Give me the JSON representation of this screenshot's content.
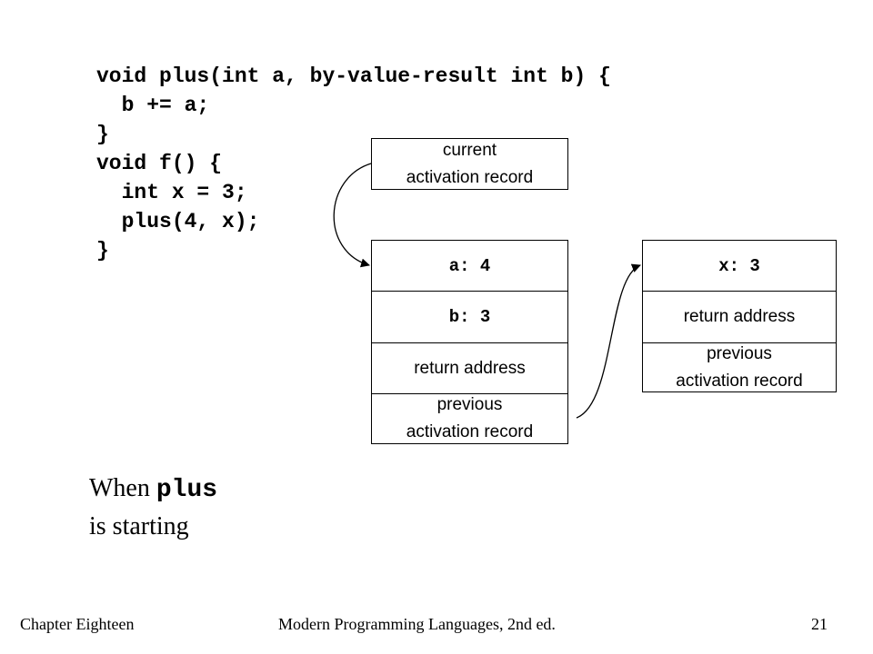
{
  "code": {
    "lines": [
      "void plus(int a, by-value-result int b) {",
      "  b += a;",
      "}",
      "void f() {",
      "  int x = 3;",
      "  plus(4, x);",
      "}"
    ]
  },
  "current_record": {
    "line1": "current",
    "line2": "activation record"
  },
  "plus_record": {
    "a": "a: 4",
    "b": "b: 3",
    "return": "return address",
    "previous_line1": "previous",
    "previous_line2": "activation record"
  },
  "f_record": {
    "x": "x: 3",
    "return": "return address",
    "previous_line1": "previous",
    "previous_line2": "activation record"
  },
  "caption": {
    "prefix": "When ",
    "keyword": "plus",
    "line2": "is starting"
  },
  "footer": {
    "left": "Chapter Eighteen",
    "center": "Modern Programming Languages, 2nd ed.",
    "page": "21"
  }
}
